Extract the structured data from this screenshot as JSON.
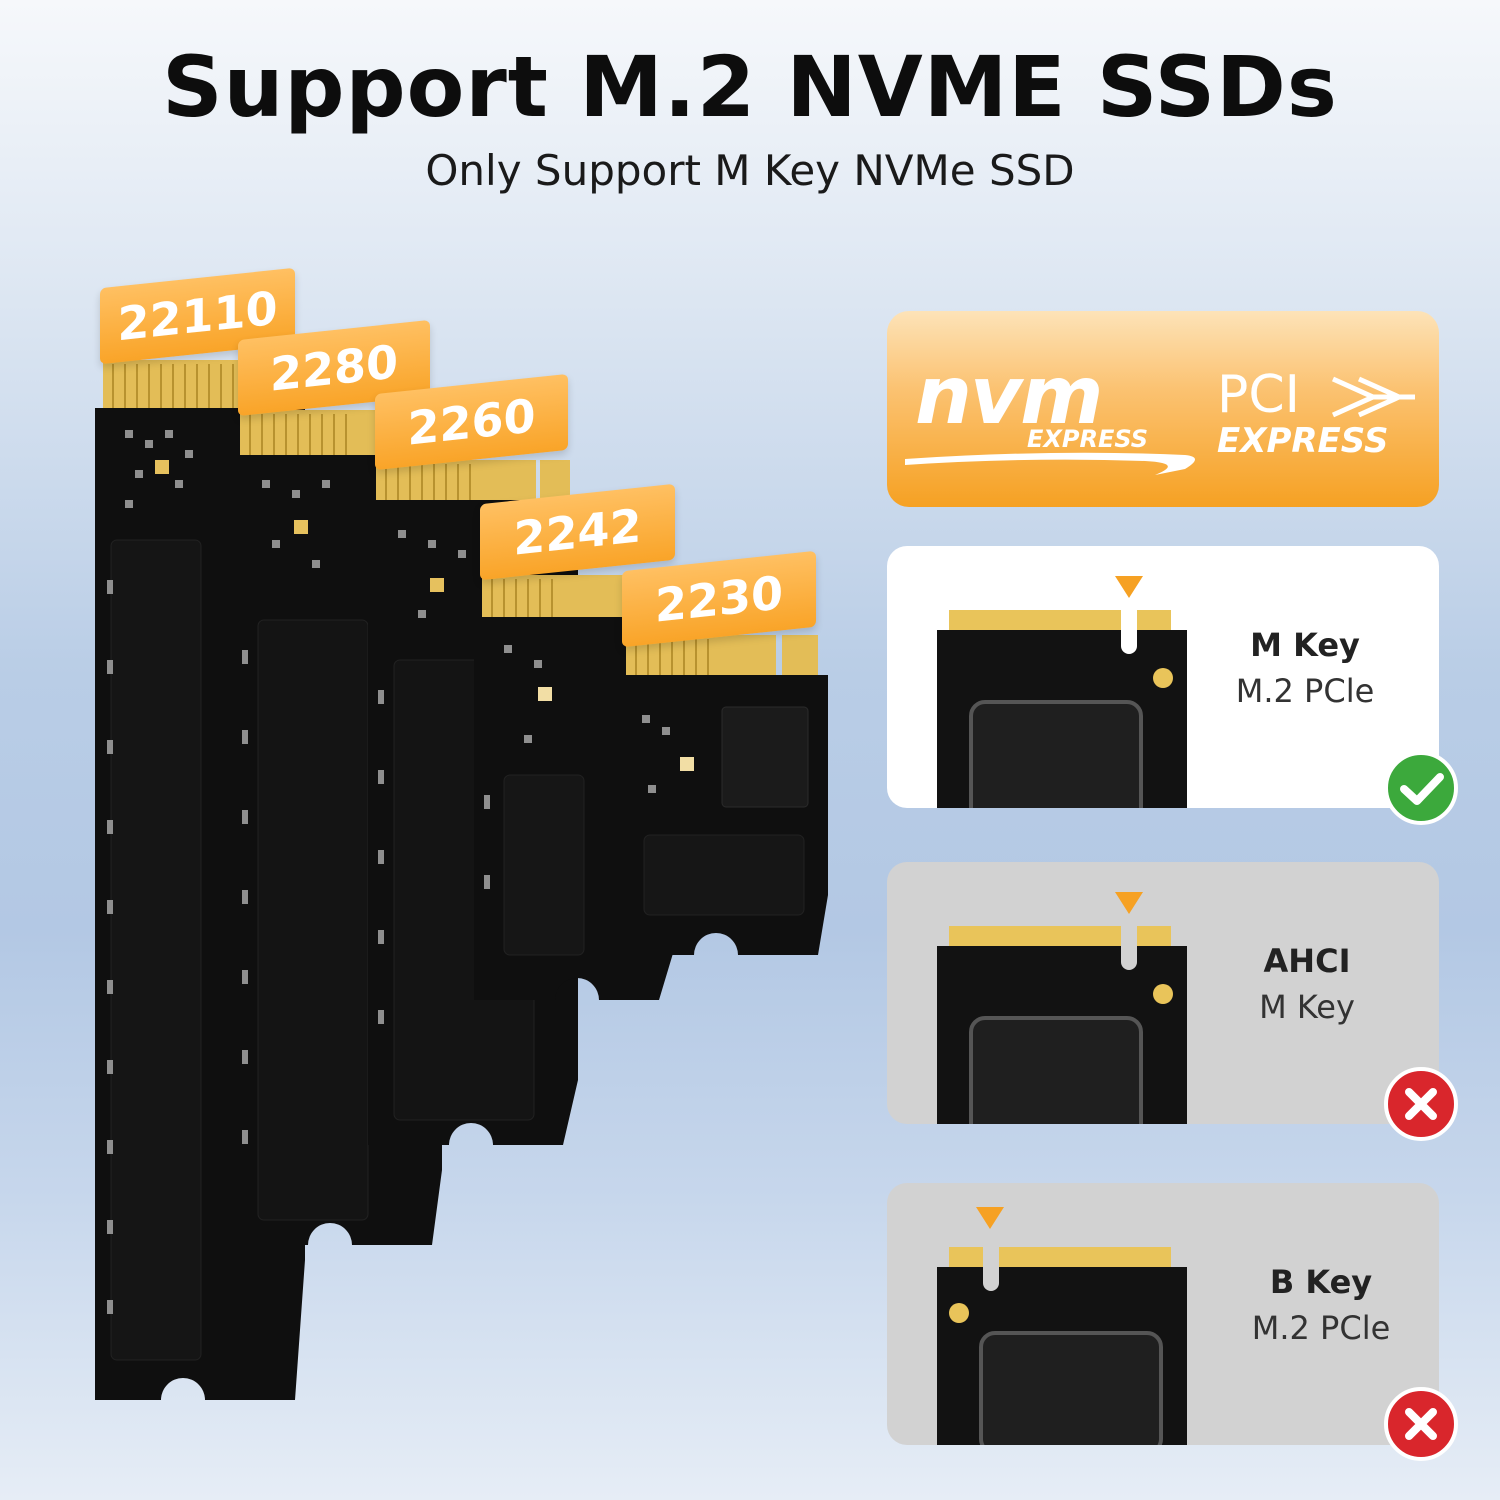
{
  "header": {
    "title": "Support M.2 NVME SSDs",
    "subtitle": "Only Support M Key NVMe SSD"
  },
  "ssd_sizes": [
    {
      "label": "22110"
    },
    {
      "label": "2280"
    },
    {
      "label": "2260"
    },
    {
      "label": "2242"
    },
    {
      "label": "2230"
    }
  ],
  "banner": {
    "nvm_text": "nvm",
    "nvm_sub": "EXPRESS",
    "pci_text": "PCI",
    "pci_sub": "EXPRESS"
  },
  "key_types": [
    {
      "name": "M Key",
      "sub": "M.2 PCle",
      "supported": true,
      "status_icon": "check-icon"
    },
    {
      "name": "AHCI",
      "sub": "M Key",
      "supported": false,
      "status_icon": "cross-icon"
    },
    {
      "name": "B Key",
      "sub": "M.2 PCle",
      "supported": false,
      "status_icon": "cross-icon"
    }
  ],
  "colors": {
    "accent": "#f6a123",
    "ok": "#3ca93c",
    "no": "#d9262c",
    "pcb": "#0f0f0f",
    "gold": "#e9c45a"
  }
}
